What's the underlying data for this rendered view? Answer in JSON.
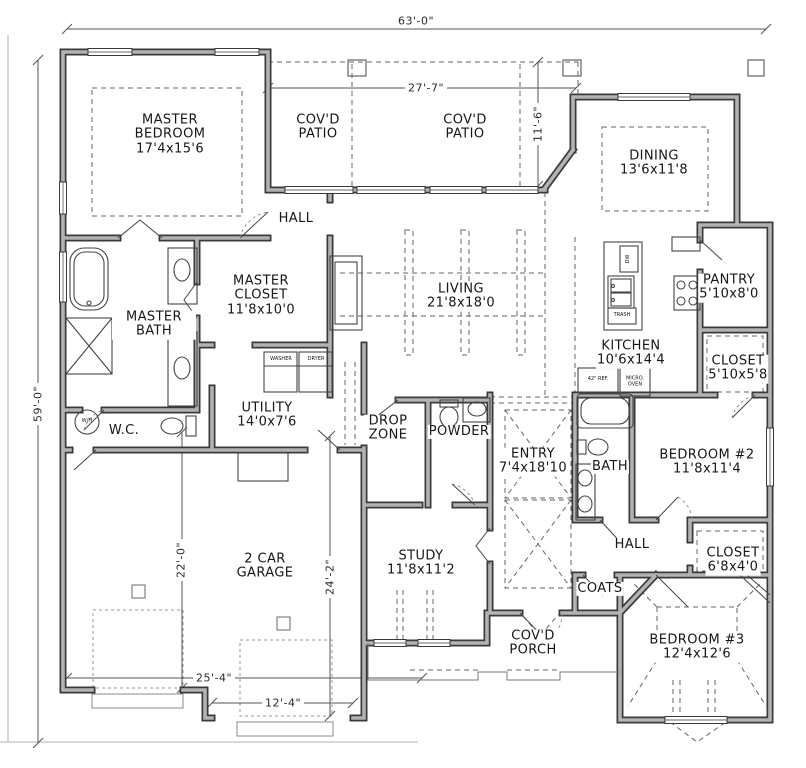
{
  "rooms": {
    "master_bedroom": {
      "name": "MASTER BEDROOM",
      "size": "17'4x15'6"
    },
    "covd_patio_1": {
      "name": "COV'D PATIO",
      "size": ""
    },
    "covd_patio_2": {
      "name": "COV'D PATIO",
      "size": ""
    },
    "dining": {
      "name": "DINING",
      "size": "13'6x11'8"
    },
    "hall_upper": {
      "name": "HALL",
      "size": ""
    },
    "master_closet": {
      "name": "MASTER CLOSET",
      "size": "11'8x10'0"
    },
    "living": {
      "name": "LIVING",
      "size": "21'8x18'0"
    },
    "pantry": {
      "name": "PANTRY",
      "size": "5'10x8'0"
    },
    "master_bath": {
      "name": "MASTER BATH",
      "size": ""
    },
    "kitchen": {
      "name": "KITCHEN",
      "size": "10'6x14'4"
    },
    "closet_right": {
      "name": "CLOSET",
      "size": "5'10x5'8"
    },
    "utility": {
      "name": "UTILITY",
      "size": "14'0x7'6"
    },
    "wc": {
      "name": "W.C.",
      "size": ""
    },
    "drop_zone": {
      "name": "DROP ZONE",
      "size": ""
    },
    "powder": {
      "name": "POWDER",
      "size": ""
    },
    "entry": {
      "name": "ENTRY",
      "size": "7'4x18'10"
    },
    "bath2": {
      "name": "BATH",
      "size": ""
    },
    "bedroom2": {
      "name": "BEDROOM #2",
      "size": "11'8x11'4"
    },
    "garage": {
      "name": "2 CAR GARAGE",
      "size": ""
    },
    "study": {
      "name": "STUDY",
      "size": "11'8x11'2"
    },
    "hall_lower": {
      "name": "HALL",
      "size": ""
    },
    "closet_hall": {
      "name": "CLOSET",
      "size": "6'8x4'0"
    },
    "coats": {
      "name": "COATS",
      "size": ""
    },
    "covd_porch": {
      "name": "COV'D PORCH",
      "size": ""
    },
    "bedroom3": {
      "name": "BEDROOM #3",
      "size": "12'4x12'6"
    }
  },
  "dimensions": {
    "overall_width": "63'-0\"",
    "overall_depth": "59'-0\"",
    "patio_width": "27'-7\"",
    "patio_depth": "11'-6\"",
    "garage_left_depth": "22'-0\"",
    "garage_right_depth": "24'-2\"",
    "garage_width": "25'-4\"",
    "porch_width": "12'-4\""
  },
  "appliances": {
    "washer": "WASHER",
    "dryer": "DRYER",
    "trash": "TRASH",
    "dishwasher": "DW",
    "fridge": "42\" REF.",
    "micro": "MICRO. OVEN",
    "water_heater": "W/H"
  },
  "colors": {
    "wall_edge": "#3a3a3a",
    "wall_fill": "#b3b3b3",
    "dash": "#666666",
    "dim_line": "#555555"
  }
}
